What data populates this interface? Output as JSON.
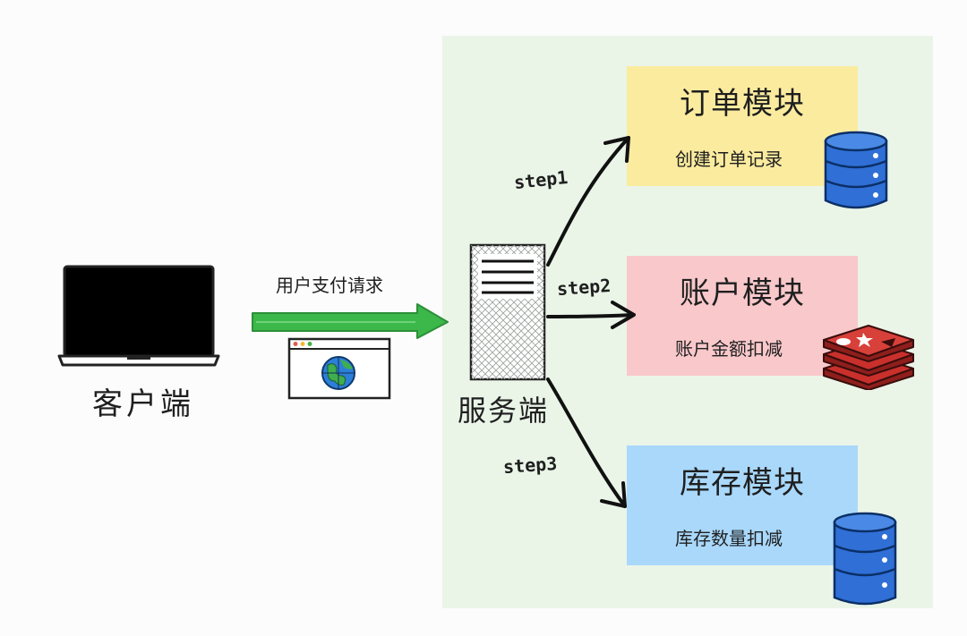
{
  "client": {
    "label": "客户端"
  },
  "request": {
    "label": "用户支付请求"
  },
  "server": {
    "label": "服务端"
  },
  "steps": {
    "step1": "step1",
    "step2": "step2",
    "step3": "step3"
  },
  "modules": [
    {
      "title": "订单模块",
      "desc": "创建订单记录",
      "color": "#fbeb9f",
      "icon": "database-icon"
    },
    {
      "title": "账户模块",
      "desc": "账户金额扣减",
      "color": "#f9c8cb",
      "icon": "redis-icon"
    },
    {
      "title": "库存模块",
      "desc": "库存数量扣减",
      "color": "#a9d8fb",
      "icon": "database-icon"
    }
  ],
  "colors": {
    "server_panel": "#eaf5e8",
    "request_arrow": "#3cb84a",
    "database": "#2f6fd6",
    "redis": "#c9302c"
  }
}
